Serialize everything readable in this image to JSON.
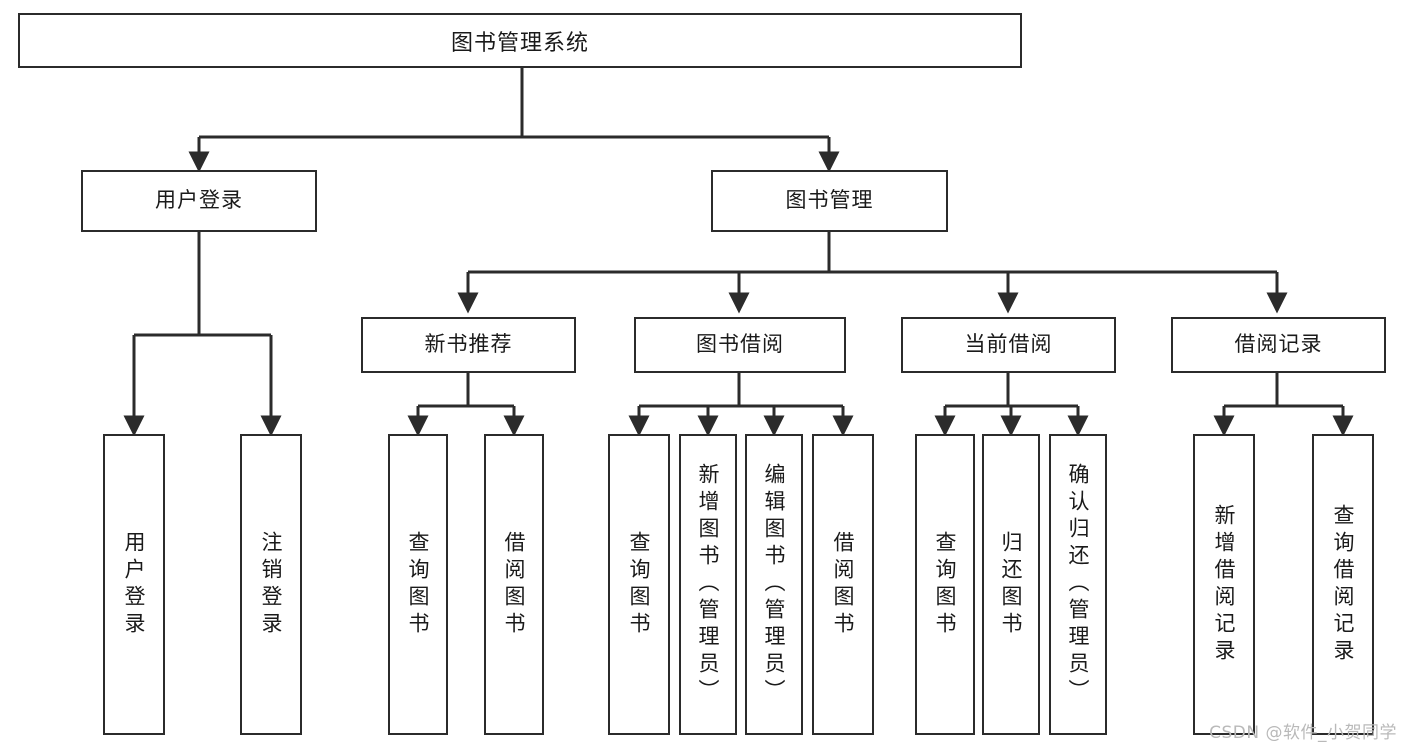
{
  "diagram": {
    "title": "图书管理系统",
    "type": "function-structure-tree",
    "root": {
      "label": "图书管理系统"
    },
    "level2": [
      {
        "id": "user-login",
        "label": "用户登录"
      },
      {
        "id": "book-manage",
        "label": "图书管理"
      }
    ],
    "level3": [
      {
        "id": "new-book-recommend",
        "label": "新书推荐",
        "parent": "book-manage"
      },
      {
        "id": "book-borrow",
        "label": "图书借阅",
        "parent": "book-manage"
      },
      {
        "id": "current-borrow",
        "label": "当前借阅",
        "parent": "book-manage"
      },
      {
        "id": "borrow-record",
        "label": "借阅记录",
        "parent": "book-manage"
      }
    ],
    "leaves": {
      "user_login": [
        {
          "id": "leaf-user-login",
          "label": "用户登录"
        },
        {
          "id": "leaf-logout-login",
          "label": "注销登录"
        }
      ],
      "new_book_recommend": [
        {
          "id": "leaf-query-book-1",
          "label": "查询图书"
        },
        {
          "id": "leaf-borrow-book-1",
          "label": "借阅图书"
        }
      ],
      "book_borrow": [
        {
          "id": "leaf-query-book-2",
          "label": "查询图书"
        },
        {
          "id": "leaf-add-book",
          "label": "新增图书（管理员）"
        },
        {
          "id": "leaf-edit-book",
          "label": "编辑图书（管理员）"
        },
        {
          "id": "leaf-borrow-book-2",
          "label": "借阅图书"
        }
      ],
      "current_borrow": [
        {
          "id": "leaf-query-book-3",
          "label": "查询图书"
        },
        {
          "id": "leaf-return-book",
          "label": "归还图书"
        },
        {
          "id": "leaf-confirm-return",
          "label": "确认归还（管理员）"
        }
      ],
      "borrow_record": [
        {
          "id": "leaf-add-borrow-record",
          "label": "新增借阅记录"
        },
        {
          "id": "leaf-query-borrow-record",
          "label": "查询借阅记录"
        }
      ]
    },
    "watermark": "CSDN @软件_小贺同学",
    "colors": {
      "stroke": "#2b2b2b",
      "fill": "#ffffff",
      "text": "#1a1a1a",
      "watermark": "#b9b9b9"
    }
  }
}
